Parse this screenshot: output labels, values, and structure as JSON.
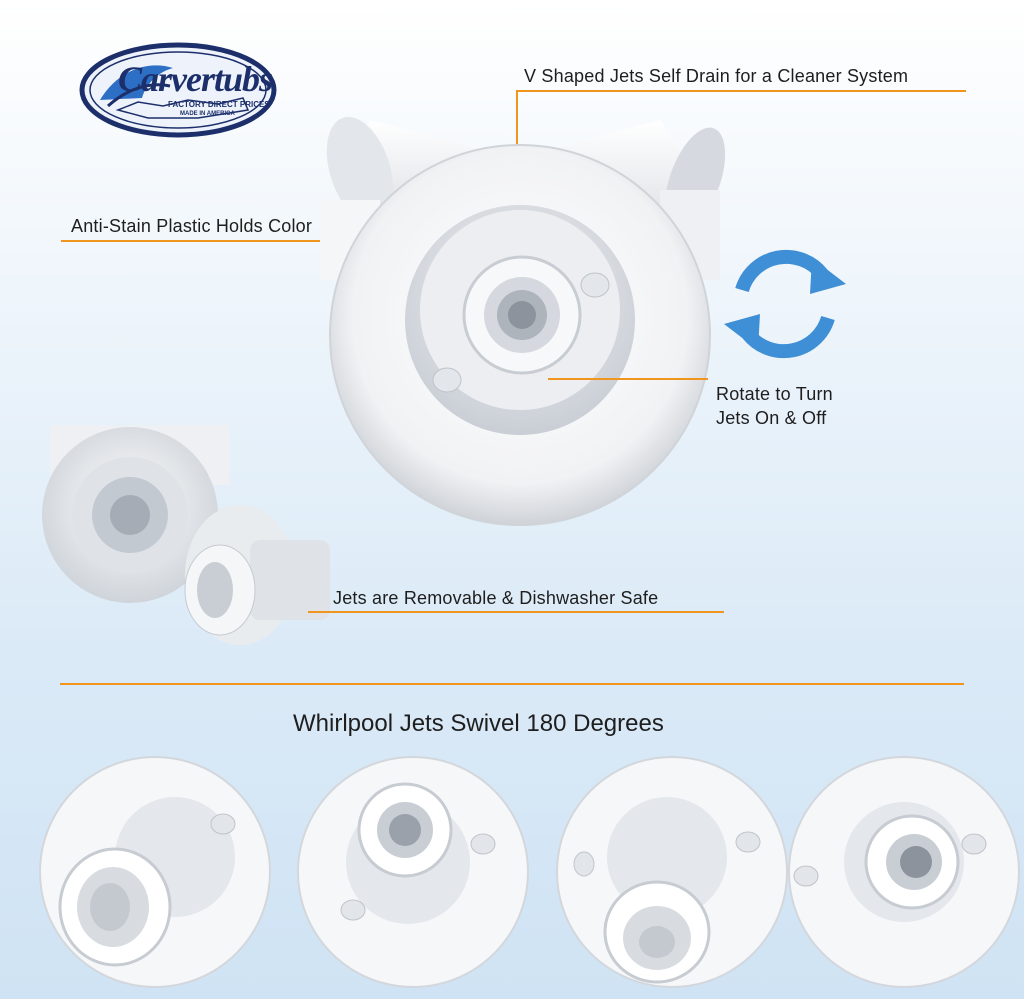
{
  "logo": {
    "brand": "Carvertubs",
    "tagline_1": "FACTORY DIRECT PRICES",
    "tagline_2": "MADE IN AMERICA"
  },
  "callouts": {
    "v_shaped": "V Shaped Jets Self Drain for a Cleaner System",
    "anti_stain": "Anti-Stain Plastic Holds Color",
    "rotate_line1": "Rotate to Turn",
    "rotate_line2": "Jets On & Off",
    "removable": "Jets are Removable & Dishwasher Safe"
  },
  "section": {
    "heading": "Whirlpool Jets Swivel 180 Degrees"
  },
  "colors": {
    "accent_orange": "#f0961e",
    "arrow_blue": "#3f8fd6",
    "logo_navy": "#1c2f6b"
  },
  "icons": [
    "rotate-arrows-icon"
  ]
}
